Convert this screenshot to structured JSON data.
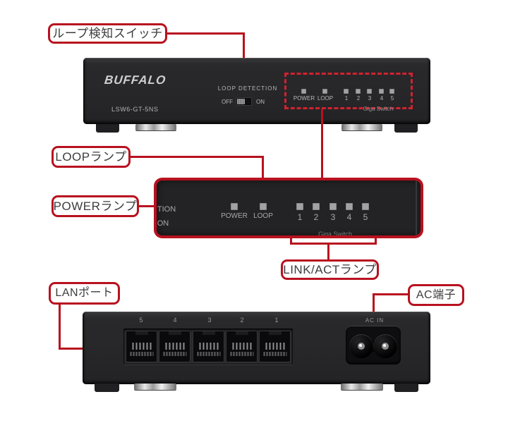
{
  "colors": {
    "annotation_red": "#b8111f",
    "dashed_red": "#d12230",
    "device_body": "#272729",
    "led_gray": "#a2a2a4"
  },
  "callouts": {
    "loop_detect_switch": "ループ検知スイッチ",
    "loop_lamp": "LOOPランプ",
    "power_lamp": "POWERランプ",
    "link_act_lamp": "LINK/ACTランプ",
    "lan_port": "LANポート",
    "ac_terminal": "AC端子"
  },
  "front_panel": {
    "brand": "BUFFALO",
    "model": "LSW6-GT-5NS",
    "loop_detection_label": "LOOP DETECTION",
    "off_label": "OFF",
    "on_label": "ON",
    "power_led_label": "POWER",
    "loop_led_label": "LOOP",
    "port_led_numbers": [
      "1",
      "2",
      "3",
      "4",
      "5"
    ],
    "product_type": "Giga Switch"
  },
  "zoom_panel": {
    "fragment_detection": "TION",
    "fragment_on": "ON",
    "power_led_label": "POWER",
    "loop_led_label": "LOOP",
    "port_led_numbers": [
      "1",
      "2",
      "3",
      "4",
      "5"
    ],
    "fragment_product_type": "Giga Switch"
  },
  "rear_panel": {
    "port_numbers": [
      "5",
      "4",
      "3",
      "2",
      "1"
    ],
    "ac_in_label": "AC IN"
  }
}
